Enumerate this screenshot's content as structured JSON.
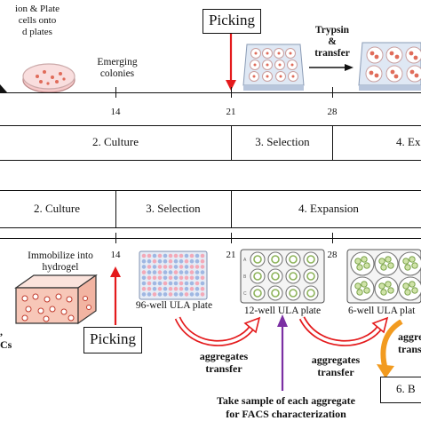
{
  "top": {
    "seed_text": [
      "ion & Plate",
      "cells onto",
      "d plates"
    ],
    "emerging": [
      "Emerging",
      "colonies"
    ],
    "picking": "Picking",
    "trypsin": [
      "Trypsin",
      "&",
      "transfer"
    ],
    "days": [
      "14",
      "21",
      "28"
    ],
    "stages": [
      "2. Culture",
      "3. Selection",
      "4. Ex"
    ]
  },
  "bottom": {
    "stages": [
      "2. Culture",
      "3. Selection",
      "4. Expansion"
    ],
    "immobilize": [
      "Immobilize into",
      "hydrogel"
    ],
    "days": [
      "14",
      "21",
      "28"
    ],
    "plate96": "96-well ULA plate",
    "plate12": "12-well ULA plate",
    "plate6": "6-well ULA plat",
    "left_frag": [
      ",",
      "Cs"
    ],
    "picking": "Picking",
    "transfer1": [
      "aggregates",
      "transfer"
    ],
    "transfer2": [
      "aggregates",
      "transfer"
    ],
    "transfer3": [
      "aggre",
      "transf"
    ],
    "sample": [
      "Take sample of each aggregate",
      "for FACS characterization"
    ],
    "stage6": "6. B",
    "well_letters": [
      "A",
      "B",
      "C"
    ]
  },
  "colors": {
    "red_arrow": "#e41a1c",
    "purple_arrow": "#7b2fa3",
    "orange_arrow": "#f29b20",
    "colony_red": "#e06c5a",
    "aggregate_green": "#8db35a",
    "plate_blue": "#c9d7ec"
  }
}
